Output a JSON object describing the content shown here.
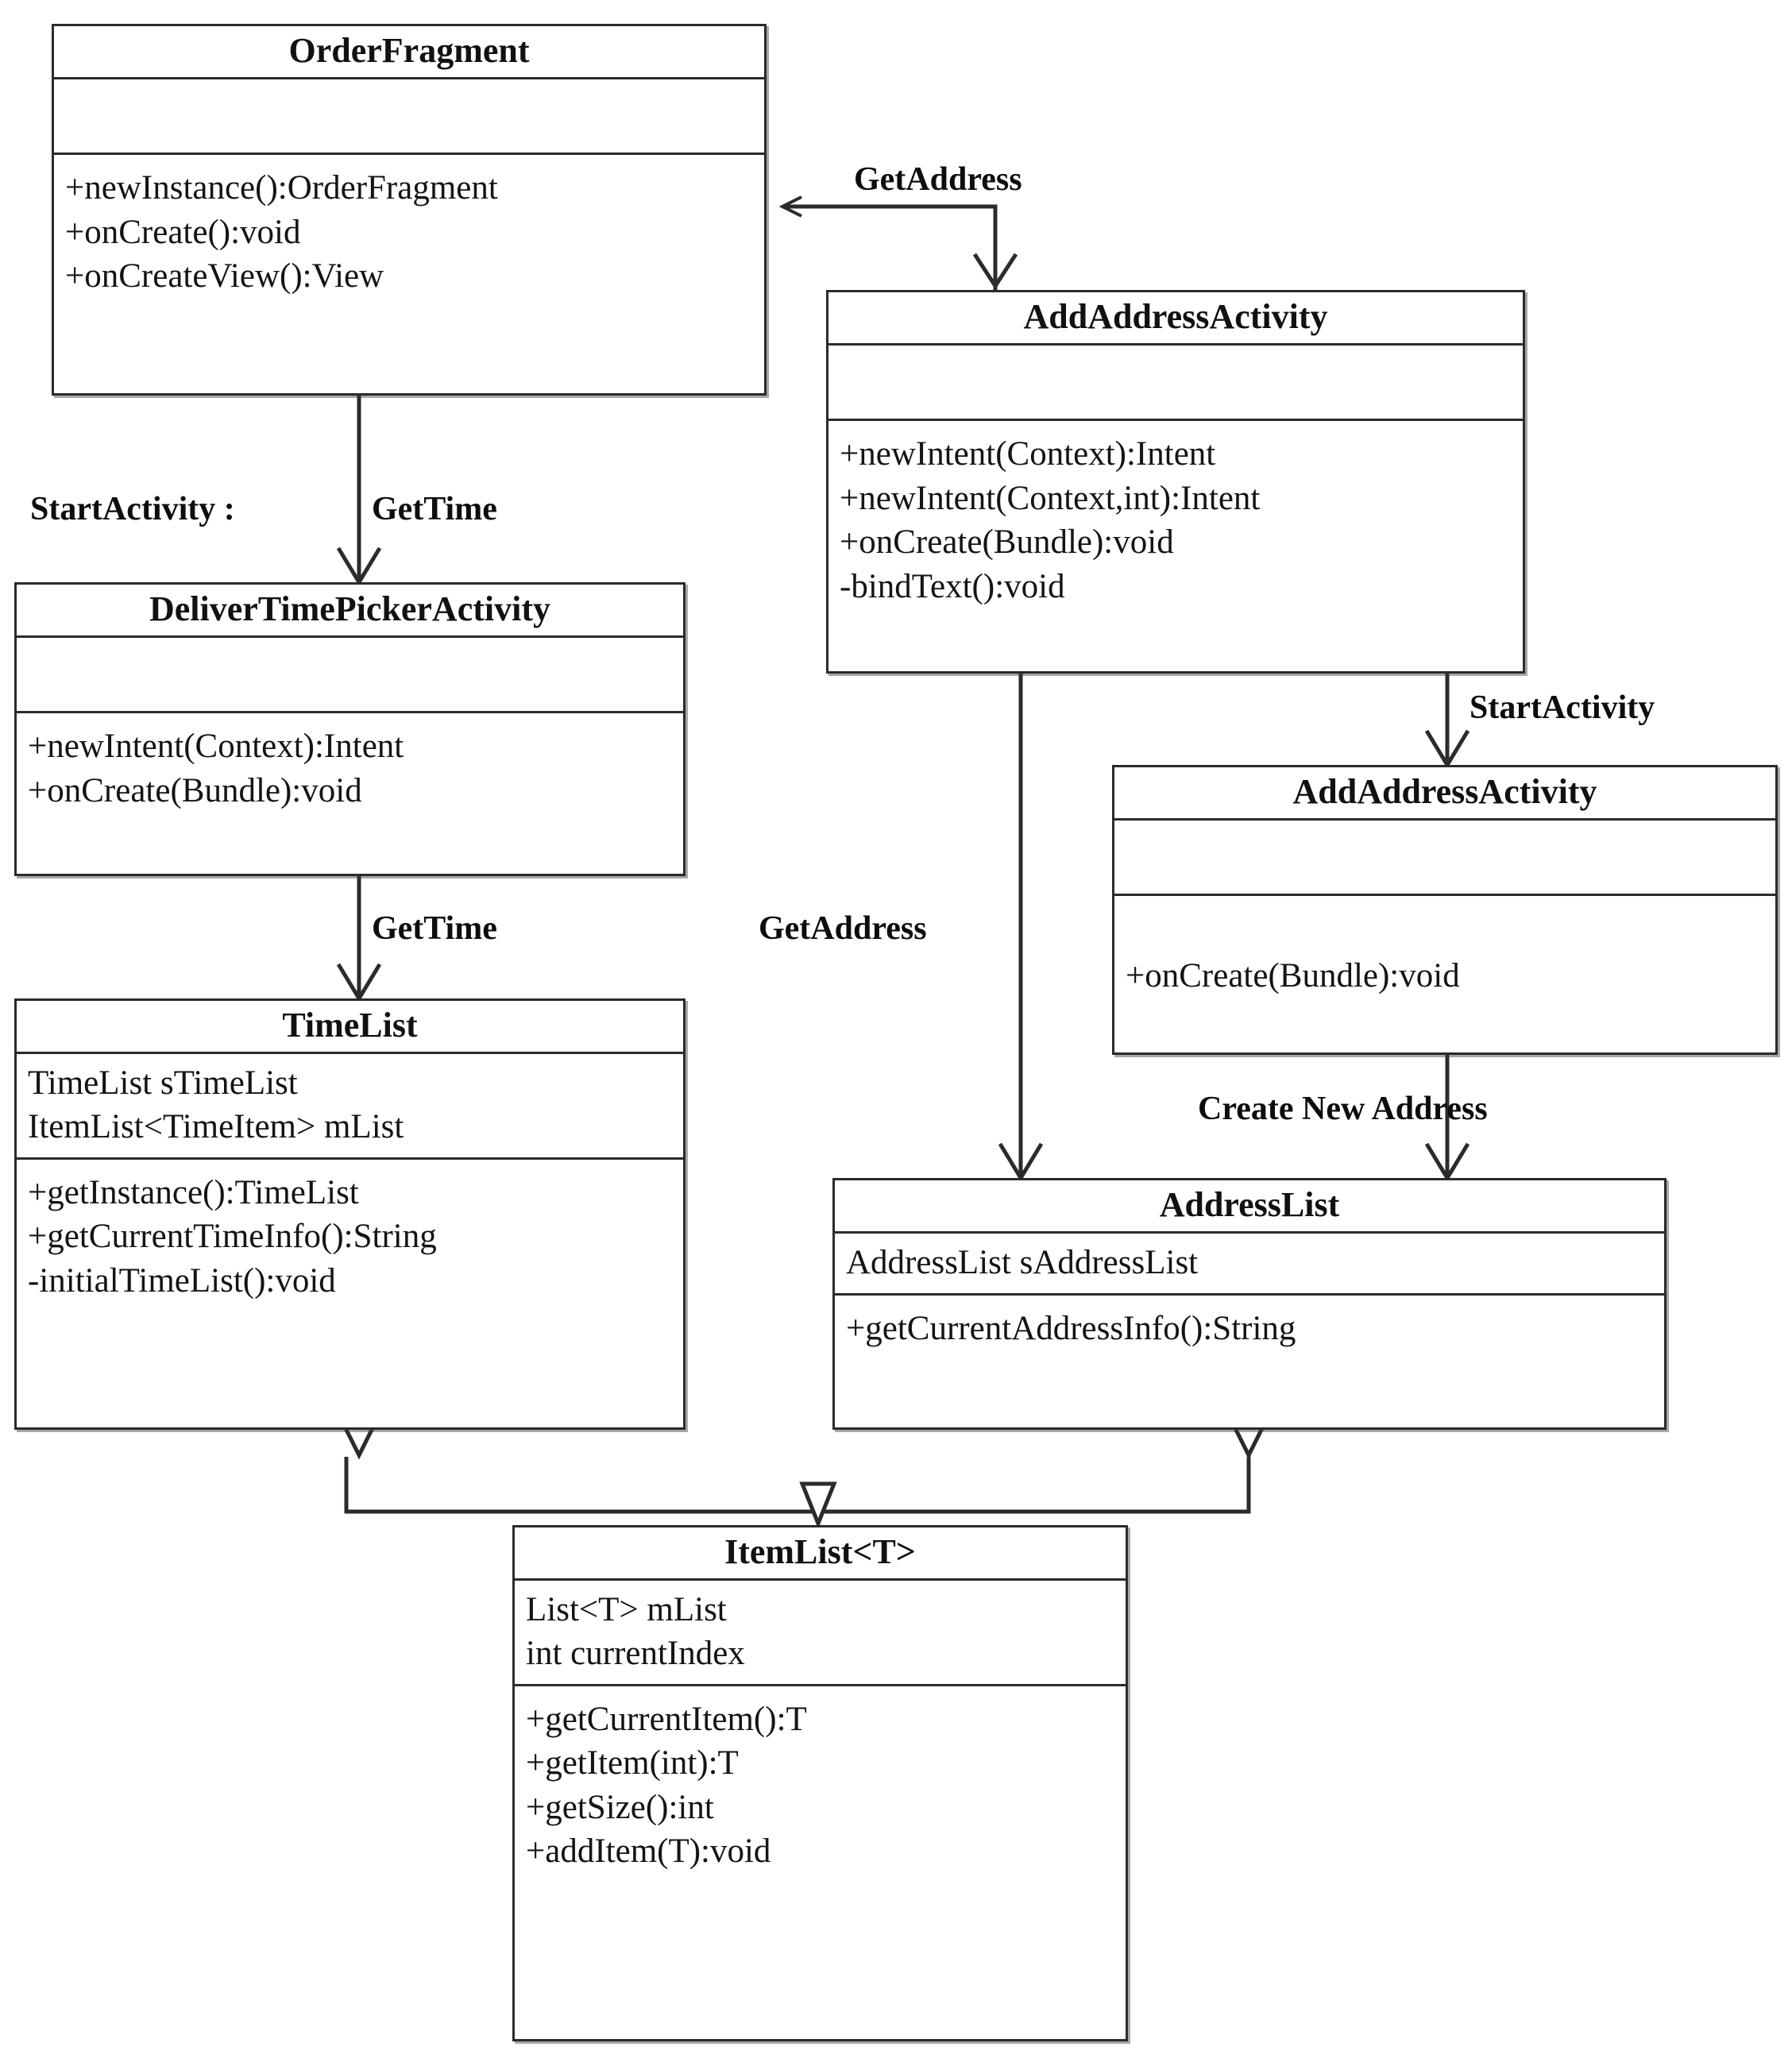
{
  "diagram": {
    "type": "uml-class-diagram",
    "classes": [
      {
        "id": "order-fragment",
        "name": "OrderFragment",
        "attributes": [],
        "operations": [
          "+newInstance():OrderFragment",
          "+onCreate():void",
          "+onCreateView():View"
        ]
      },
      {
        "id": "add-address-activity-top",
        "name": "AddAddressActivity",
        "attributes": [],
        "operations": [
          "+newIntent(Context):Intent",
          "+newIntent(Context,int):Intent",
          "+onCreate(Bundle):void",
          "-bindText():void"
        ]
      },
      {
        "id": "deliver-time-picker-activity",
        "name": "DeliverTimePickerActivity",
        "attributes": [],
        "operations": [
          "+newIntent(Context):Intent",
          "+onCreate(Bundle):void"
        ]
      },
      {
        "id": "add-address-activity-bottom",
        "name": "AddAddressActivity",
        "attributes": [],
        "operations": [
          "+onCreate(Bundle):void"
        ]
      },
      {
        "id": "time-list",
        "name": "TimeList",
        "attributes": [
          "TimeList sTimeList",
          "ItemList<TimeItem> mList"
        ],
        "operations": [
          "+getInstance():TimeList",
          "+getCurrentTimeInfo():String",
          "-initialTimeList():void"
        ]
      },
      {
        "id": "address-list",
        "name": "AddressList",
        "attributes": [
          "AddressList sAddressList"
        ],
        "operations": [
          "+getCurrentAddressInfo():String"
        ]
      },
      {
        "id": "item-list",
        "name": "ItemList<T>",
        "attributes": [
          "List<T> mList",
          "int currentIndex"
        ],
        "operations": [
          "+getCurrentItem():T",
          "+getItem(int):T",
          "+getSize():int",
          "+addItem(T):void"
        ]
      }
    ],
    "edge_labels": [
      {
        "id": "get-address-top",
        "text": "GetAddress"
      },
      {
        "id": "start-activity-left",
        "text": "StartActivity :"
      },
      {
        "id": "get-time-left",
        "text": "GetTime"
      },
      {
        "id": "get-time-lower",
        "text": "GetTime"
      },
      {
        "id": "get-address-middle",
        "text": "GetAddress"
      },
      {
        "id": "start-activity-right",
        "text": "StartActivity"
      },
      {
        "id": "create-new-address",
        "text": "Create New Address"
      }
    ],
    "colors": {
      "stroke": "#2b2b2b",
      "text": "#111111",
      "background": "#ffffff"
    }
  }
}
